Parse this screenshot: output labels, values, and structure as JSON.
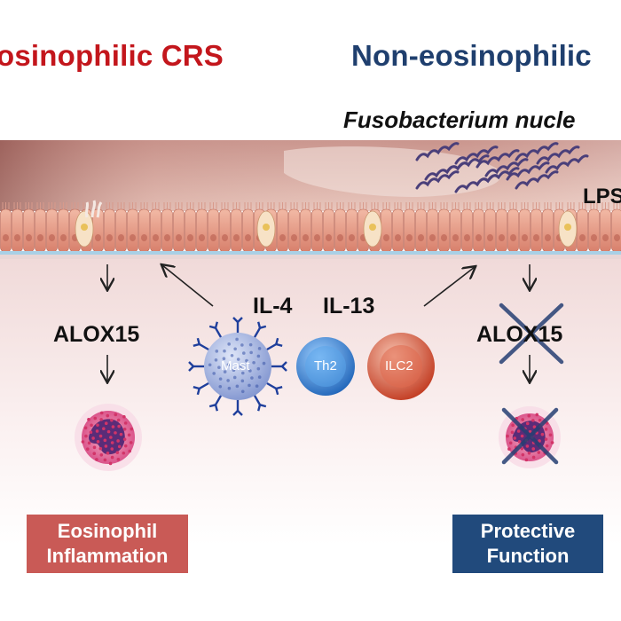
{
  "titles": {
    "left": "osinophilic CRS",
    "right": "Non-eosinophilic",
    "left_color": "#c3161c",
    "right_color": "#1f3f6e"
  },
  "bacteria_label": "Fusobacterium nucle",
  "lps_label": "LPS",
  "cytokines": {
    "il4": "IL-4",
    "il13": "IL-13"
  },
  "genes": {
    "left": "ALOX15",
    "right": "ALOX15"
  },
  "cells": {
    "mast": "Mast",
    "th2": "Th2",
    "ilc2": "ILC2",
    "mast_color": "#8fa6d6",
    "th2_color": "#2f7ed0",
    "ilc2_color": "#d8553b"
  },
  "boxes": {
    "left_line1": "Eosinophil",
    "left_line2": "Inflammation",
    "right_line1": "Protective",
    "right_line2": "Function",
    "left_color": "#c95a56",
    "right_color": "#214a7c"
  }
}
